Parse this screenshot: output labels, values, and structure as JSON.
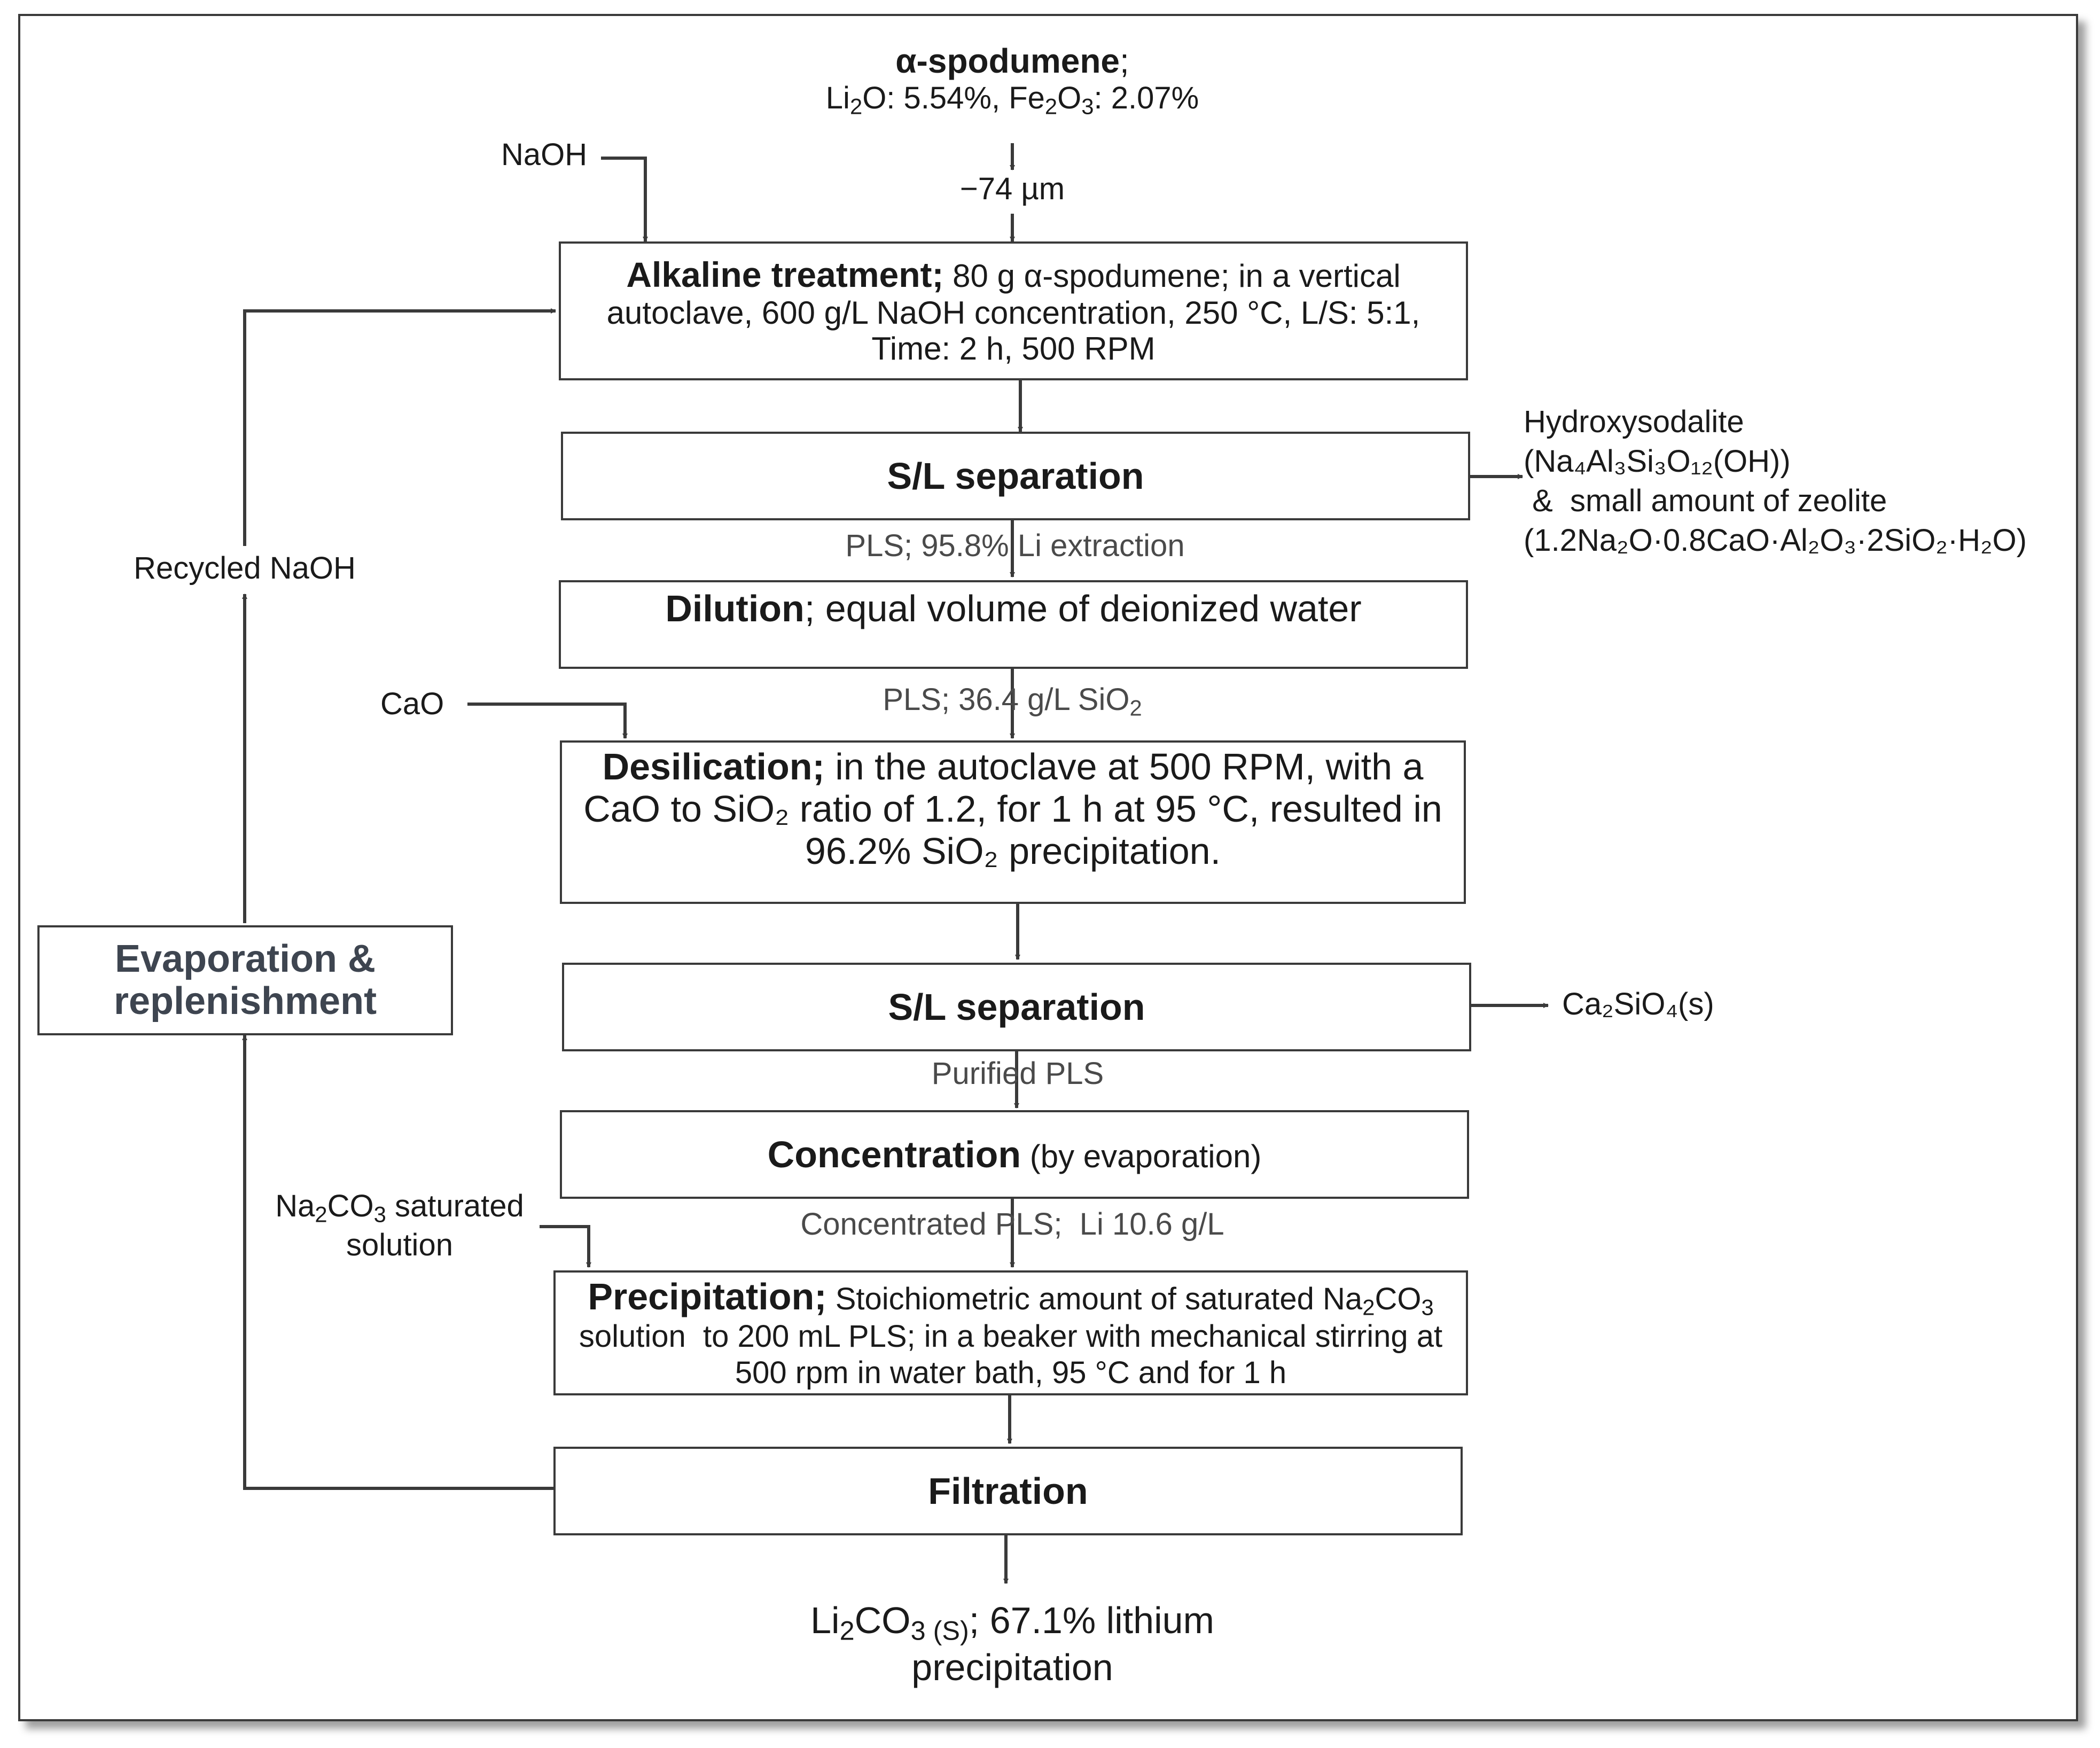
{
  "feed": {
    "title": "α-spodumene",
    "title_suffix": ";",
    "composition": {
      "li2o_label": "Li",
      "li2o_sub": "2",
      "li2o_rest": "O: 5.54%, Fe",
      "fe_sub": "2",
      "fe_o": "O",
      "fe_sub2": "3",
      "fe_value": ": 2.07%"
    },
    "size": "−74 µm"
  },
  "inputs": {
    "naoh": "NaOH",
    "cao": "CaO",
    "na2co3_line1_a": "Na",
    "na2co3_line1_sub1": "2",
    "na2co3_line1_b": "CO",
    "na2co3_line1_sub2": "3",
    "na2co3_line1_c": " saturated",
    "na2co3_line2": "solution"
  },
  "boxes": {
    "alkaline": {
      "title": "Alkaline treatment;",
      "text": " 80 g α-spodumene; in a vertical autoclave, 600 g/L NaOH concentration, 250 °C, L/S: 5:1, Time: 2 h, 500 RPM"
    },
    "sl1": {
      "title": "S/L separation"
    },
    "dilution": {
      "title": "Dilution",
      "text": "; equal volume of deionized water"
    },
    "desilication": {
      "title": "Desilication;",
      "text": " in the autoclave at 500 RPM, with a CaO to SiO₂ ratio of 1.2, for 1 h at 95 °C, resulted in 96.2% SiO₂ precipitation."
    },
    "sl2": {
      "title": "S/L separation"
    },
    "concentration": {
      "title": "Concentration",
      "text": " (by evaporation)"
    },
    "precipitation": {
      "title": "Precipitation;",
      "text_a": " Stoichiometric amount of saturated Na",
      "sub1": "2",
      "text_b": "CO",
      "sub2": "3",
      "text_c": " solution  to 200 mL PLS; in a beaker with mechanical stirring at 500 rpm in water bath, 95 °C and for 1 h"
    },
    "filtration": {
      "title": "Filtration"
    },
    "evaporation": {
      "title": "Evaporation & replenishment"
    }
  },
  "streams": {
    "pls1": "PLS; 95.8% Li extraction",
    "pls2_a": "PLS; 36.4 g/L SiO",
    "pls2_sub": "2",
    "purified": "Purified PLS",
    "concentrated": "Concentrated PLS;  Li 10.6 g/L",
    "recycled": "Recycled NaOH"
  },
  "outputs": {
    "sodalite_l1": "Hydroxysodalite",
    "sodalite_l2": "(Na₄Al₃Si₃O₁₂(OH))",
    "sodalite_l3": " &  small amount of zeolite",
    "sodalite_l4": "(1.2Na₂O·0.8CaO·Al₂O₃·2SiO₂·H₂O)",
    "ca2sio4": "Ca₂SiO₄(s)",
    "product_a": "Li",
    "product_sub": "2",
    "product_b": "CO",
    "product_sub2": "3 (S)",
    "product_c": "; 67.1% lithium",
    "product_l2": "precipitation"
  },
  "colors": {
    "line": "#3a3a3a",
    "text": "#1a1a1a",
    "stream_text": "#4a4a4a"
  }
}
